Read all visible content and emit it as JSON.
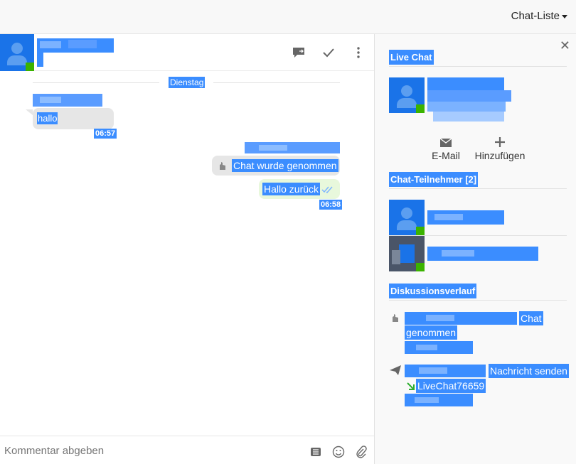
{
  "topbar": {
    "chat_list_label": "Chat-Liste"
  },
  "conversation": {
    "day_separator": "Dienstag",
    "messages": [
      {
        "text": "hallo",
        "time": "06:57"
      },
      {
        "text": "Chat wurde genommen"
      },
      {
        "text": "Hallo zurück",
        "time": "06:58"
      }
    ],
    "composer_placeholder": "Kommentar abgeben"
  },
  "sidebar": {
    "live_chat_title": "Live Chat",
    "actions": {
      "email": "E-Mail",
      "add": "Hinzufügen"
    },
    "participants_title": "Chat-Teilnehmer [2]",
    "history_title": "Diskussionsverlauf",
    "history": [
      {
        "action_word": "Chat",
        "action_rest": "genommen"
      },
      {
        "action_text": "Nachricht senden",
        "target": "LiveChat76659"
      }
    ]
  },
  "colors": {
    "highlight": "#3b8dff",
    "avatar": "#1a73e8",
    "online": "#3bb300",
    "outgoing_bubble": "#e8f8dc",
    "incoming_bubble": "#e6e6e6"
  },
  "icons": [
    "chat-transfer-icon",
    "check-icon",
    "more-vertical-icon",
    "list-icon",
    "emoji-icon",
    "attach-icon",
    "close-icon",
    "mail-icon",
    "plus-icon",
    "hand-icon",
    "send-icon",
    "arrow-down-right-icon"
  ]
}
